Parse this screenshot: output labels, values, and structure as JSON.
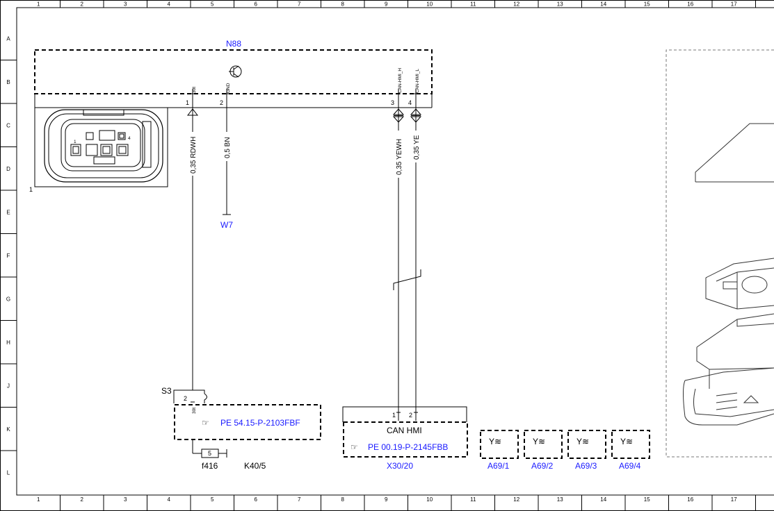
{
  "frame": {
    "columns": [
      "1",
      "2",
      "3",
      "4",
      "5",
      "6",
      "7",
      "8",
      "9",
      "10",
      "11",
      "12",
      "13",
      "14",
      "15",
      "16",
      "17"
    ],
    "rows": [
      "A",
      "B",
      "C",
      "D",
      "E",
      "F",
      "G",
      "H",
      "J",
      "K",
      "L"
    ]
  },
  "components": {
    "control_unit": {
      "label": "N88"
    },
    "connector": {
      "label": "1",
      "pin_1": "1",
      "pin_4": "4"
    },
    "ground_point": {
      "label": "W7"
    },
    "splice": {
      "label": "S3"
    },
    "fuse": {
      "number": "5",
      "label": "f416"
    },
    "relay": {
      "label": "K40/5"
    },
    "can_connector": {
      "label": "X30/20",
      "title": "CAN HMI"
    },
    "antennas": [
      {
        "label": "A69/1"
      },
      {
        "label": "A69/2"
      },
      {
        "label": "A69/3"
      },
      {
        "label": "A69/4"
      }
    ]
  },
  "pins": {
    "pin1": {
      "number": "1",
      "name": "30t"
    },
    "pin2": {
      "number": "2",
      "name": "GND"
    },
    "pin3": {
      "number": "3",
      "name": "CAN-HMI_H"
    },
    "pin4": {
      "number": "4",
      "name": "CAN-HMI_L"
    },
    "s3_pin": {
      "number": "2",
      "name": "30t"
    },
    "x30_pin1": {
      "number": "1"
    },
    "x30_pin2": {
      "number": "2"
    }
  },
  "wires": {
    "w1": "0,35 RDWH",
    "w2": "0,5 BN",
    "w3": "0,35 YEWH",
    "w4": "0,35 YE"
  },
  "references": {
    "ref1": "PE 54.15-P-2103FBF",
    "ref2": "PE 00.19-P-2145FBB"
  },
  "colors": {
    "link": "#1a1aff",
    "line": "#000000"
  }
}
